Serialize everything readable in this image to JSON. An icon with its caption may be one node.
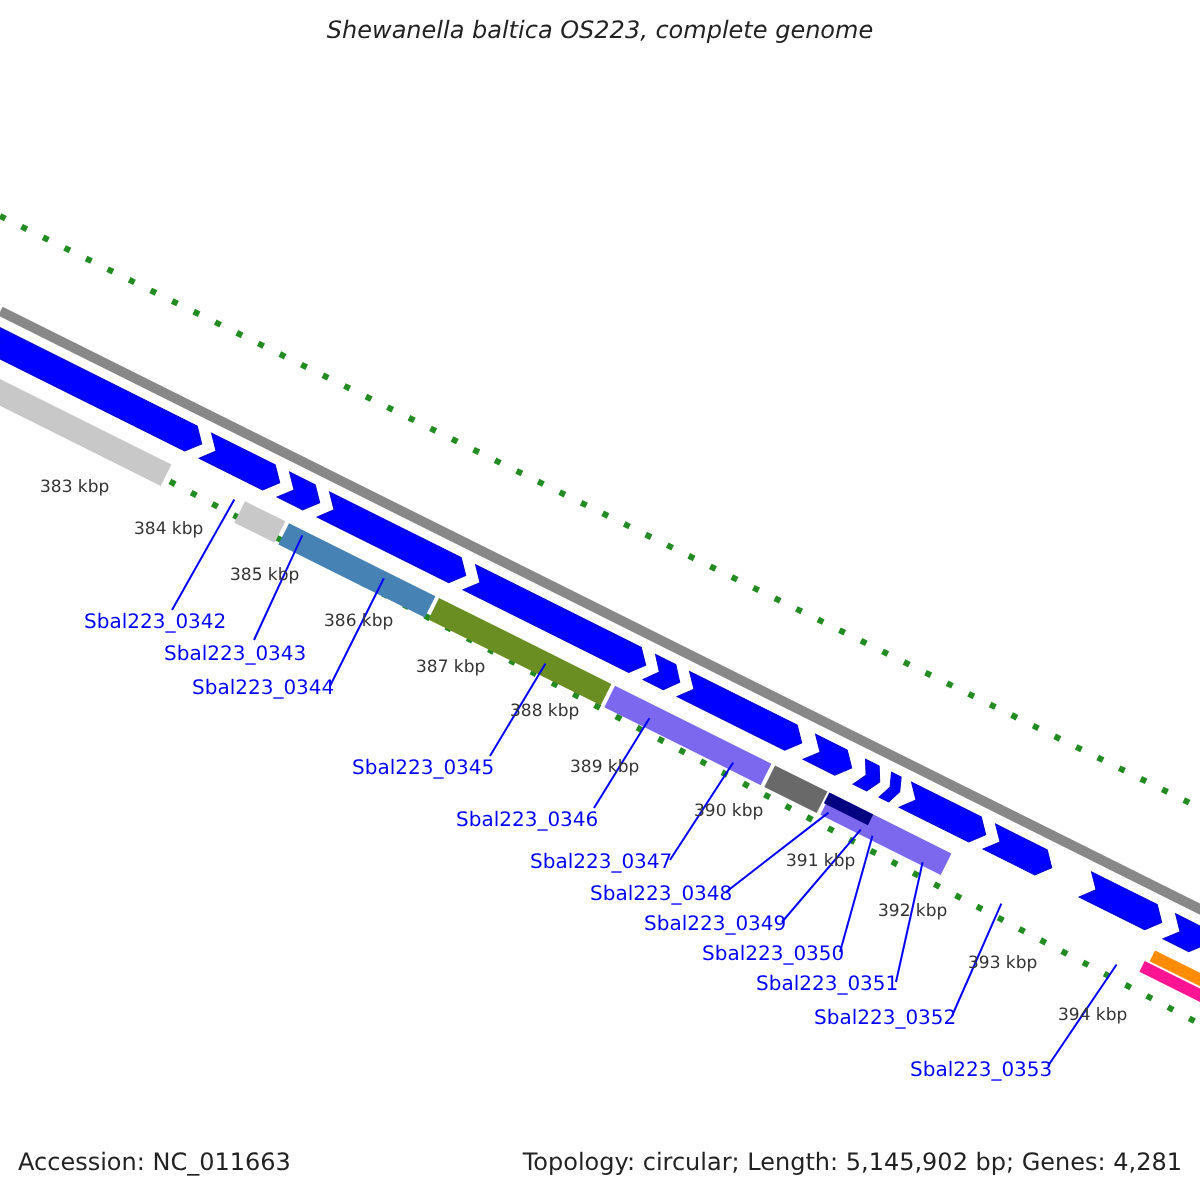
{
  "diagram": {
    "title": "Shewanella baltica OS223, complete genome",
    "nodes": [
      {
        "text": [
          "Sbal223_0342"
        ]
      },
      {
        "text": [
          "Sbal223_0343"
        ]
      },
      {
        "text": [
          "Sbal223_0344"
        ]
      },
      {
        "text": [
          "Sbal223_0345"
        ]
      },
      {
        "text": [
          "Sbal223_0346"
        ]
      },
      {
        "text": [
          "Sbal223_0347"
        ]
      },
      {
        "text": [
          "Sbal223_0348"
        ]
      },
      {
        "text": [
          "Sbal223_0349"
        ]
      },
      {
        "text": [
          "Sbal223_0350"
        ]
      },
      {
        "text": [
          "Sbal223_0351"
        ]
      },
      {
        "text": [
          "Sbal223_0352"
        ]
      },
      {
        "text": [
          "Sbal223_0353"
        ]
      }
    ],
    "edges": [
      {
        "from": 0,
        "to": null,
        "arrow": "none"
      },
      {
        "from": 1,
        "to": null,
        "arrow": "none"
      },
      {
        "from": 2,
        "to": null,
        "arrow": "none"
      },
      {
        "from": 3,
        "to": null,
        "arrow": "none"
      },
      {
        "from": 4,
        "to": null,
        "arrow": "none"
      },
      {
        "from": 5,
        "to": null,
        "arrow": "none"
      },
      {
        "from": 6,
        "to": null,
        "arrow": "none"
      },
      {
        "from": 7,
        "to": null,
        "arrow": "none"
      },
      {
        "from": 8,
        "to": null,
        "arrow": "none"
      },
      {
        "from": 9,
        "to": null,
        "arrow": "none"
      },
      {
        "from": 10,
        "to": null,
        "arrow": "none"
      },
      {
        "from": 11,
        "to": null,
        "arrow": "none"
      }
    ],
    "labels": [
      "383 kbp",
      "384 kbp",
      "385 kbp",
      "386 kbp",
      "387 kbp",
      "388 kbp",
      "389 kbp",
      "390 kbp",
      "391 kbp",
      "392 kbp",
      "393 kbp",
      "394 kbp",
      "Accession: NC_011663",
      "Topology: circular; Length: 5,145,902 bp; Genes: 4,281"
    ]
  }
}
